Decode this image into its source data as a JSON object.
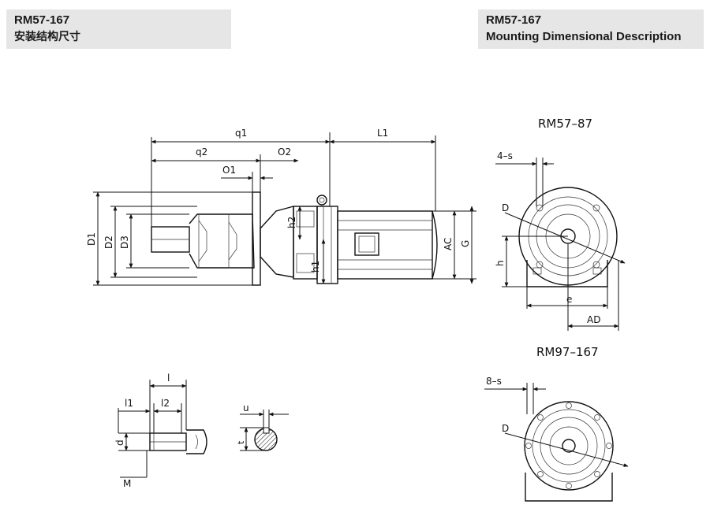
{
  "header_left": {
    "model": "RM57-167",
    "subtitle": "安装结构尺寸"
  },
  "header_right": {
    "model": "RM57-167",
    "subtitle": "Mounting Dimensional Description"
  },
  "side_view": {
    "labels": {
      "q1": "q1",
      "L1": "L1",
      "q2": "q2",
      "O2": "O2",
      "O1": "O1",
      "D1": "D1",
      "D2": "D2",
      "D3": "D3",
      "h2": "h2",
      "h1": "h1",
      "AC": "AC",
      "G": "G"
    }
  },
  "flange_small": {
    "title": "RM57–87",
    "s": "4–s",
    "D": "D",
    "h": "h",
    "e": "e",
    "AD": "AD"
  },
  "flange_large": {
    "title": "RM97–167",
    "s": "8–s",
    "D": "D"
  },
  "shaft_detail": {
    "l": "l",
    "l1": "l1",
    "l2": "l2",
    "d": "d",
    "M": "M",
    "u": "u",
    "t": "t"
  }
}
